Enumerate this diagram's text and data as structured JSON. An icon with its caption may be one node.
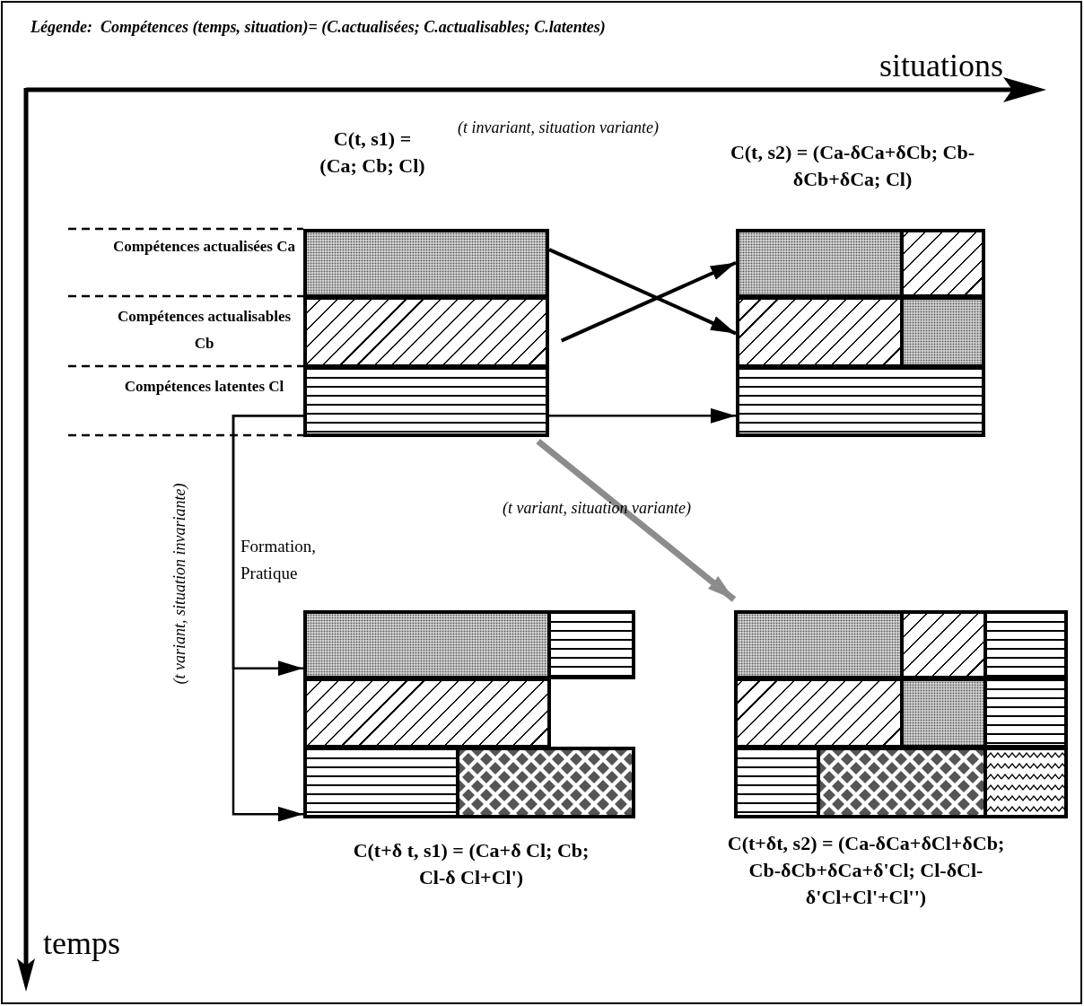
{
  "diagram": {
    "title": "Légende:  Compétences (temps, situation)= (C.actualisées; C.actualisables; C.latentes)",
    "nodes": [
      {
        "text": [
          "C(t, s1) = (Ca; Cb; Cl)"
        ]
      },
      {
        "text": [],
        "shape": "box",
        "in": 0,
        "beside": [
          "Compétences actualisées Ca"
        ]
      },
      {
        "text": [],
        "shape": "box",
        "in": 0,
        "beside": [
          "Compétences actualisables Cb"
        ]
      },
      {
        "text": [],
        "shape": "box",
        "in": 0,
        "beside": [
          "Compétences latentes Cl"
        ]
      },
      {
        "text": [
          "C(t, s2) = (Ca-δCa+δCb; Cb-δCb+δCa; Cl)"
        ]
      },
      {
        "text": [],
        "shape": "box",
        "in": 4
      },
      {
        "text": [],
        "shape": "box",
        "in": 4
      },
      {
        "text": [],
        "shape": "box",
        "in": 4
      },
      {
        "text": [],
        "shape": "box",
        "in": 4
      },
      {
        "text": [],
        "shape": "box",
        "in": 4
      },
      {
        "text": [
          "C(t+δ t, s1) = (Ca+δ Cl; Cb; Cl-δ Cl+Cl')"
        ]
      },
      {
        "text": [],
        "shape": "box",
        "in": 10
      },
      {
        "text": [],
        "shape": "box",
        "in": 10
      },
      {
        "text": [],
        "shape": "box",
        "in": 10
      },
      {
        "text": [],
        "shape": "box",
        "in": 10
      },
      {
        "text": [],
        "shape": "box",
        "in": 10
      },
      {
        "text": [
          "C(t+δt, s2) = (Ca-δCa+δCl+δCb; Cb-δCb+δCa+δ'Cl; Cl-δCl-δ'Cl+Cl'+Cl'')"
        ]
      },
      {
        "text": [],
        "shape": "box",
        "in": 16
      },
      {
        "text": [],
        "shape": "box",
        "in": 16
      },
      {
        "text": [],
        "shape": "box",
        "in": 16
      },
      {
        "text": [],
        "shape": "box",
        "in": 16
      },
      {
        "text": [],
        "shape": "box",
        "in": 16
      },
      {
        "text": [],
        "shape": "box",
        "in": 16
      },
      {
        "text": [],
        "shape": "box",
        "in": 16
      },
      {
        "text": [],
        "shape": "box",
        "in": 16
      },
      {
        "text": [],
        "shape": "box",
        "in": 16
      }
    ],
    "edges": [
      {
        "from": 1,
        "to": 7,
        "arrow": "to"
      },
      {
        "from": 2,
        "to": 5,
        "arrow": "to"
      },
      {
        "from": 3,
        "to": 9,
        "arrow": "to"
      },
      {
        "from": 0,
        "to": 16,
        "arrow": "to",
        "label": "(t variant, situation variante)",
        "style": "thick",
        "color": "#8c8c8c"
      },
      {
        "from": 3,
        "to": 11,
        "arrow": "to",
        "label": "Formation, Pratique"
      },
      {
        "from": 3,
        "to": 14,
        "arrow": "to"
      }
    ],
    "labels": [
      "situations",
      "(t invariant, situation variante)",
      "(t variant, situation invariante)",
      "temps"
    ]
  }
}
